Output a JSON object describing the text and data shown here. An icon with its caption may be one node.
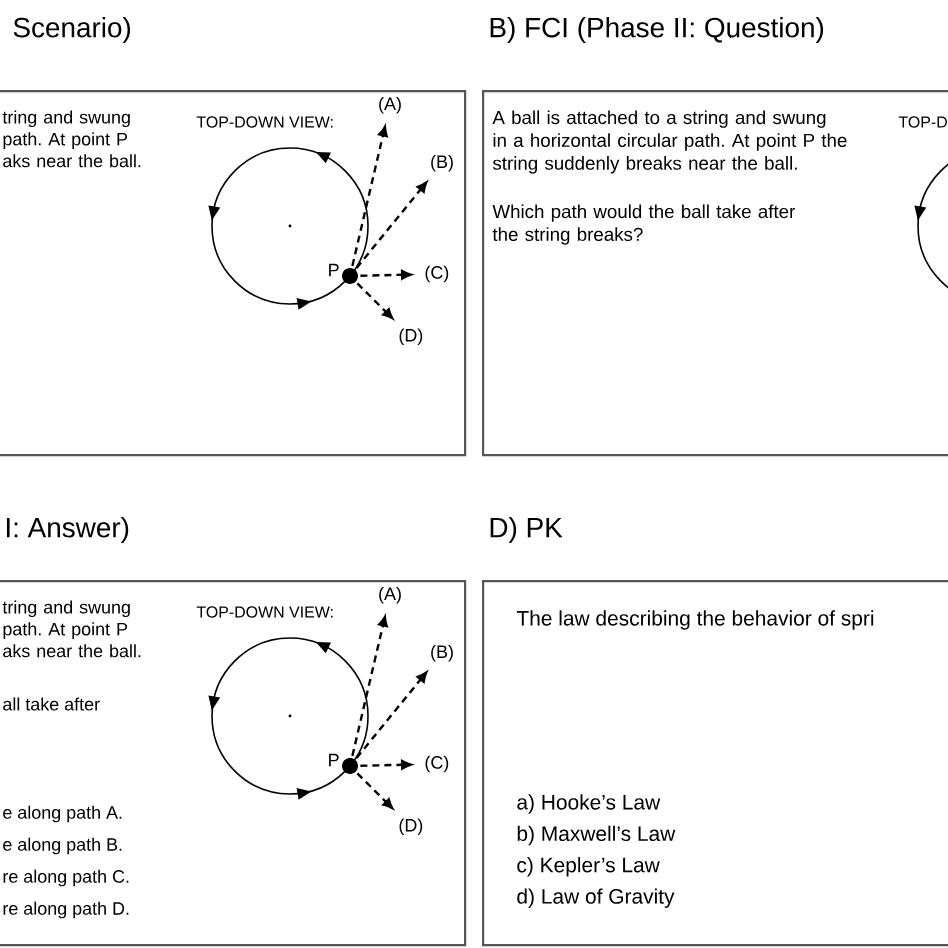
{
  "diagram": {
    "nodes": [
      {
        "text": [
          "Scenario)",
          "tring and swung path. At point P aks near the ball.",
          "TOP-DOWN VIEW:"
        ]
      },
      {
        "text": [],
        "shape": "circle",
        "in": 0,
        "beside": [
          "P"
        ]
      },
      {
        "text": [
          "(A)"
        ],
        "in": 0
      },
      {
        "text": [
          "(B)"
        ],
        "in": 0
      },
      {
        "text": [
          "(C)"
        ],
        "in": 0
      },
      {
        "text": [
          "(D)"
        ],
        "in": 0
      },
      {
        "text": [
          "B) FCI (Phase II: Question)",
          "A ball is attached to a string and swung in a horizontal circular path. At point P the string suddenly breaks near the ball.",
          "Which path would the ball take after the string breaks?",
          "TOP-D"
        ]
      },
      {
        "text": [
          "I: Answer)",
          "tring and swung path. At point P aks near the ball.",
          "all take after",
          "e along path A.",
          "e along path B.",
          "re along path C.",
          "re along path D.",
          "TOP-DOWN VIEW:"
        ]
      },
      {
        "text": [],
        "shape": "circle",
        "in": 7,
        "beside": [
          "P"
        ]
      },
      {
        "text": [
          "(A)"
        ],
        "in": 7
      },
      {
        "text": [
          "(B)"
        ],
        "in": 7
      },
      {
        "text": [
          "(C)"
        ],
        "in": 7
      },
      {
        "text": [
          "(D)"
        ],
        "in": 7
      },
      {
        "text": [
          "D) PK",
          "The law describing the behavior of spri",
          "a) Hooke’s Law",
          "b) Maxwell’s Law",
          "c) Kepler’s Law",
          "d) Law of Gravity"
        ]
      }
    ],
    "edges": [
      {
        "from": 1,
        "to": 2,
        "arrow": "to",
        "style": "dashed"
      },
      {
        "from": 1,
        "to": 3,
        "arrow": "to",
        "style": "dashed"
      },
      {
        "from": 1,
        "to": 4,
        "arrow": "to",
        "style": "dashed"
      },
      {
        "from": 1,
        "to": 5,
        "arrow": "to",
        "style": "dashed"
      },
      {
        "from": 8,
        "to": 9,
        "arrow": "to",
        "style": "dashed"
      },
      {
        "from": 8,
        "to": 10,
        "arrow": "to",
        "style": "dashed"
      },
      {
        "from": 8,
        "to": 11,
        "arrow": "to",
        "style": "dashed"
      },
      {
        "from": 8,
        "to": 12,
        "arrow": "to",
        "style": "dashed"
      }
    ]
  }
}
